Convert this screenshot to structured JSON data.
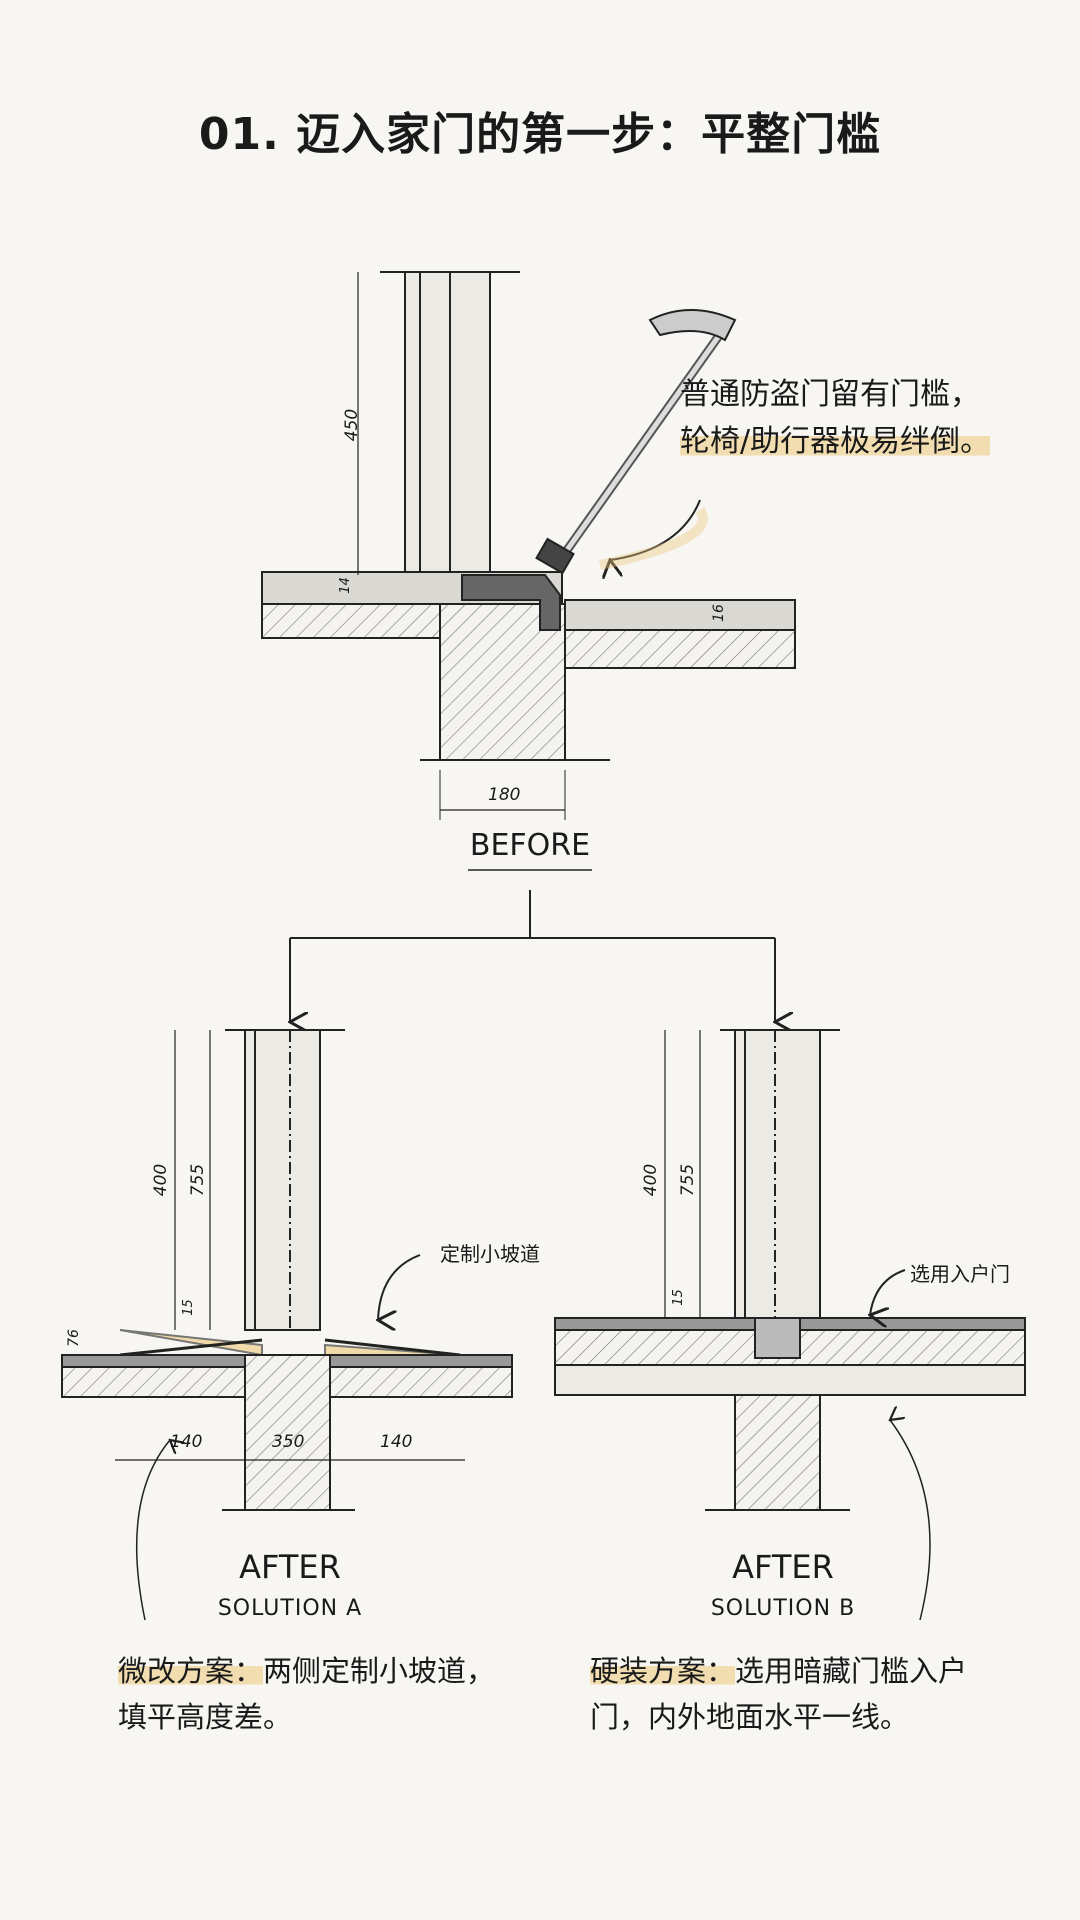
{
  "title": "01. 迈入家门的第一步：平整门槛",
  "before": {
    "note_line1": "普通防盗门留有门槛，",
    "note_line2": "轮椅/助行器极易绊倒。",
    "dim_height": "450",
    "dim_threshold": "16",
    "dim_small": "14",
    "dim_wall": "180",
    "label": "BEFORE"
  },
  "solution_a": {
    "callout": "定制小坡道",
    "dim_400": "400",
    "dim_755": "755",
    "dim_15": "15",
    "dim_76": "76",
    "dim_left": "140",
    "dim_center": "350",
    "dim_right": "140",
    "title": "AFTER",
    "subtitle": "SOLUTION A",
    "caption_highlight": "微改方案：",
    "caption_text": "两侧定制小坡道，填平高度差。"
  },
  "solution_b": {
    "callout": "选用入户门",
    "dim_400": "400",
    "dim_755": "755",
    "dim_15": "15",
    "title": "AFTER",
    "subtitle": "SOLUTION B",
    "caption_highlight": "硬装方案：",
    "caption_text": "选用暗藏门槛入户门，内外地面水平一线。"
  },
  "colors": {
    "highlight": "#ecc878",
    "ink": "#1a1a1a",
    "paper": "#f7f6f3"
  }
}
